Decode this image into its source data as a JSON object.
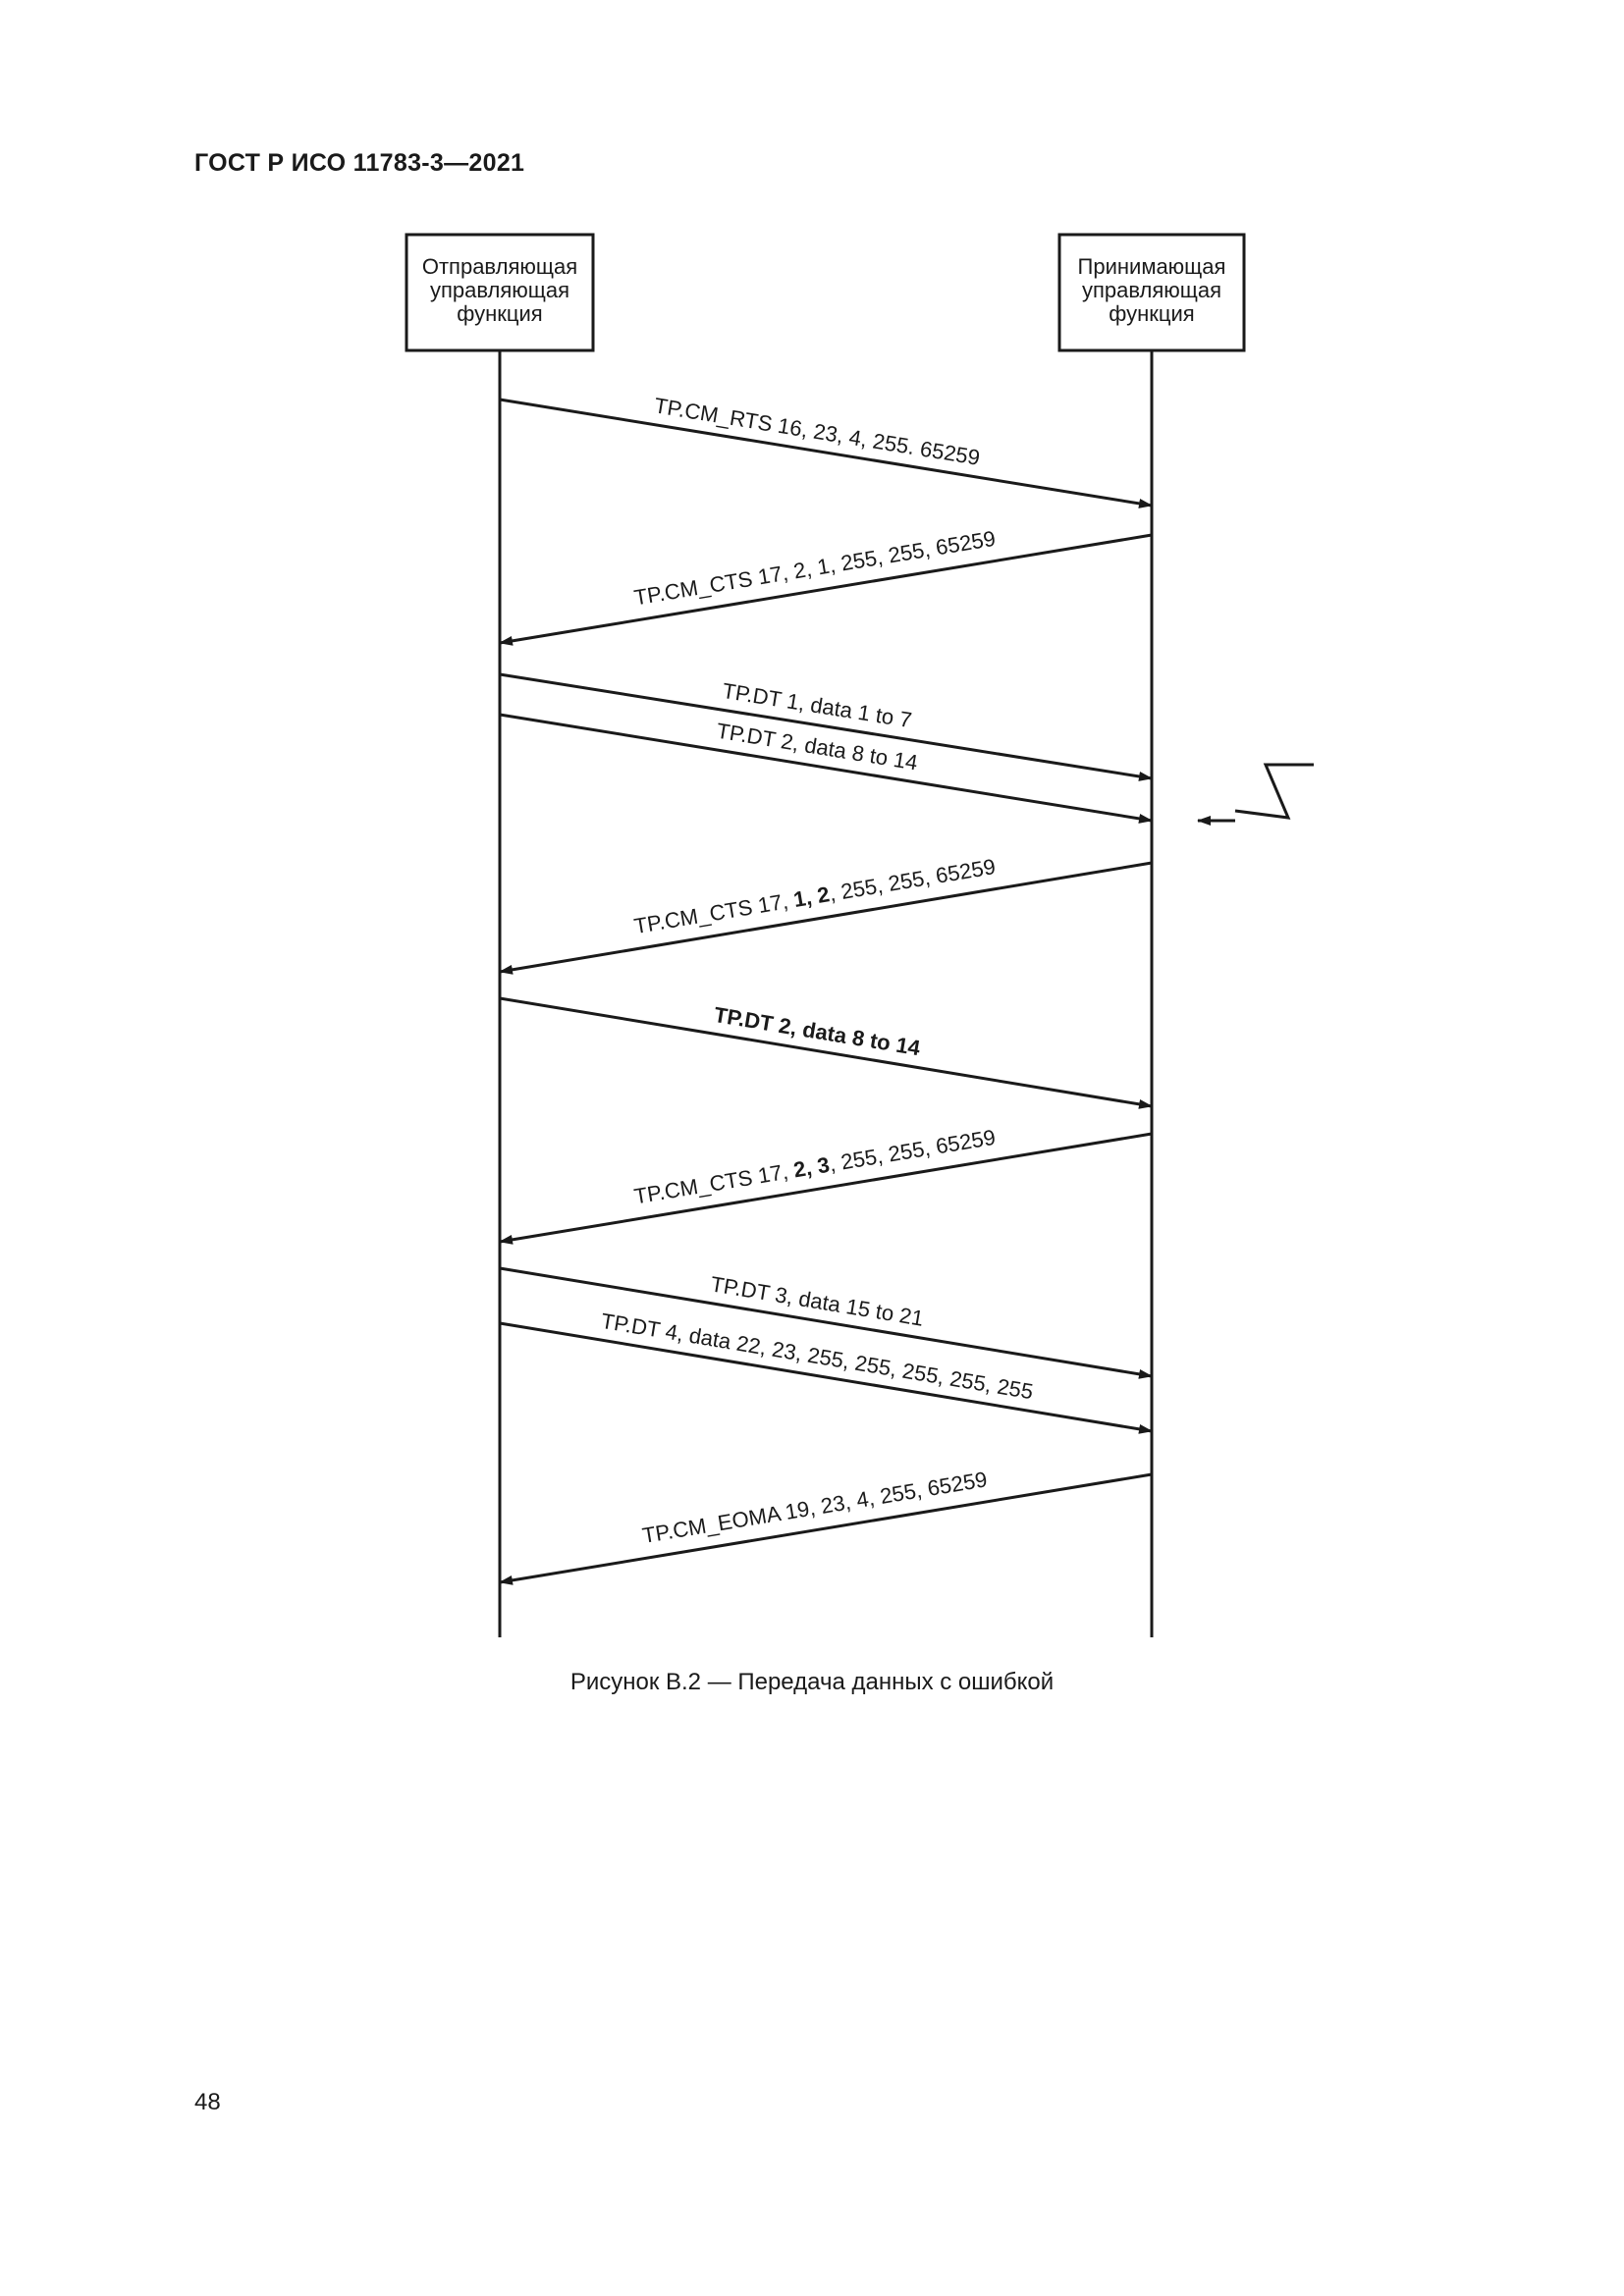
{
  "header": {
    "doc_id": "ГОСТ Р ИСО 11783-3—2021"
  },
  "diagram": {
    "sender": [
      "Отправляющая",
      "управляющая",
      "функция"
    ],
    "receiver": [
      "Принимающая",
      "управляющая",
      "функция"
    ],
    "messages": [
      {
        "direction": "right",
        "parts": [
          {
            "t": "TP.CM_RTS 16, 23, 4, 255. 65259"
          }
        ]
      },
      {
        "direction": "left",
        "parts": [
          {
            "t": "TP.CM_CTS 17, 2, 1, 255, 255, 65259"
          }
        ]
      },
      {
        "direction": "right",
        "parts": [
          {
            "t": "TP.DT 1, data 1 to 7"
          }
        ]
      },
      {
        "direction": "right",
        "parts": [
          {
            "t": "TP.DT 2, data 8 to 14"
          }
        ],
        "error": true
      },
      {
        "direction": "left",
        "parts": [
          {
            "t": "TP.CM_CTS 17, "
          },
          {
            "t": "1, 2",
            "b": true
          },
          {
            "t": ", 255, 255, 65259"
          }
        ]
      },
      {
        "direction": "right",
        "parts": [
          {
            "t": "TP.DT 2, data 8 to 14",
            "b": true
          }
        ]
      },
      {
        "direction": "left",
        "parts": [
          {
            "t": "TP.CM_CTS 17, "
          },
          {
            "t": "2, 3",
            "b": true
          },
          {
            "t": ", 255, 255, 65259"
          }
        ]
      },
      {
        "direction": "right",
        "parts": [
          {
            "t": "TP.DT 3, data 15 to 21"
          }
        ]
      },
      {
        "direction": "right",
        "parts": [
          {
            "t": "TP.DT 4, data 22, 23, 255, 255, 255, 255, 255"
          }
        ]
      },
      {
        "direction": "left",
        "parts": [
          {
            "t": "TP.CM_EOMA 19, 23, 4, 255, 65259"
          }
        ]
      }
    ]
  },
  "caption": "Рисунок В.2 — Передача данных с ошибкой",
  "page_number": "48"
}
